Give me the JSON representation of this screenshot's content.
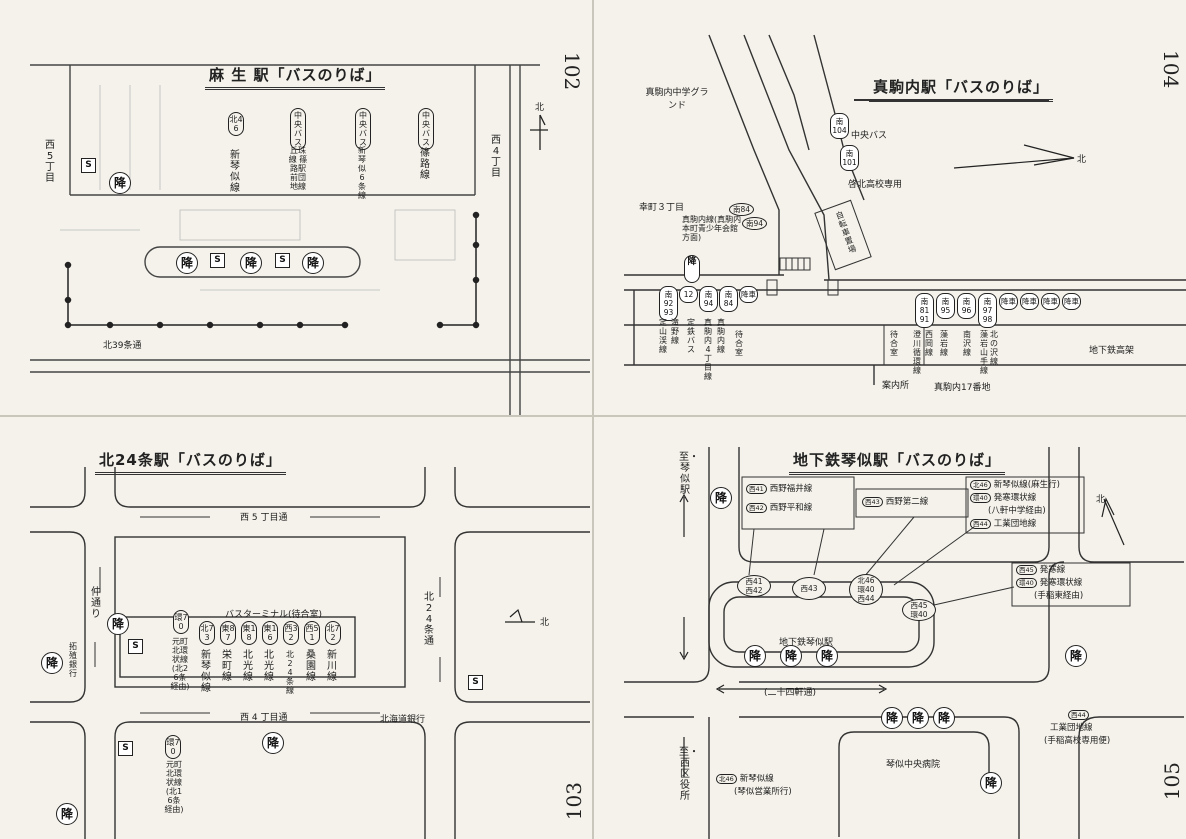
{
  "page102": {
    "page_number": "102",
    "title": "麻 生 駅「バスのりば」",
    "north": "北",
    "street_west": "西5丁目",
    "street_east": "西4丁目",
    "street_south": "北39条通",
    "drop_mark": "降",
    "stop_mark": "S",
    "routes": [
      {
        "badge": "北46",
        "name": "新琴似線"
      },
      {
        "badge": "中央バス",
        "name": "丘珠線 篠路駅前団地線"
      },
      {
        "badge": "中央バス",
        "name": "新琴似6条線"
      },
      {
        "badge": "中央バス",
        "name": "篠路線"
      }
    ]
  },
  "page103": {
    "page_number": "103",
    "title": "北24条駅「バスのりば」",
    "north": "北",
    "street_top": "西 5 丁目通",
    "street_bottom": "西 4 丁目通",
    "street_left": "仲 通 り",
    "street_right": "北 24 条 通",
    "street_takuhoku": "拓殖銀行",
    "bank": "北海道銀行",
    "terminal": "バスターミナル(待合室)",
    "drop_mark": "降",
    "stop_mark": "S",
    "routes": [
      {
        "badge": "環70",
        "name": "元町北環状線(北26条経由)"
      },
      {
        "badge": "北73",
        "name": "新琴似線"
      },
      {
        "badge": "東87",
        "name": "栄町線"
      },
      {
        "badge": "東18",
        "name": "北光線"
      },
      {
        "badge": "東16",
        "name": "北光線"
      },
      {
        "badge": "西32",
        "name": "北24条線"
      },
      {
        "badge": "西51",
        "name": "桑園線"
      },
      {
        "badge": "北72",
        "name": "新川線"
      }
    ],
    "route_bottom": {
      "badge": "環70",
      "name": "元町北環状線(北16条経由)"
    }
  },
  "page104": {
    "page_number": "104",
    "title": "真駒内駅「バスのりば」",
    "north": "北",
    "ground": "真駒内中学グランド",
    "saiwai": "幸町３丁目",
    "chuo_bus": "中央バス",
    "keihoku": "啓北高校専用",
    "bike": "自転車置場",
    "underground": "地下鉄高架",
    "bus_info": "案内所",
    "waiting": "待合室",
    "address": "真駒内17番地",
    "makomanai_line": "真駒内線(真駒内本町青少年会館方面)",
    "drop_mark": "降",
    "badges_top": [
      "南104",
      "南101"
    ],
    "badges_mid": [
      "南84",
      "南94"
    ],
    "badges_left": [
      "南92 93",
      "12",
      "南94",
      "南84",
      "降車"
    ],
    "badges_right": [
      "南81 91",
      "南95",
      "南96",
      "南97 98",
      "降車",
      "降車",
      "降車",
      "降車"
    ],
    "left_routes": [
      "定山渓線",
      "滝野線",
      "定鉄バス",
      "真駒内4丁目線",
      "真駒内線"
    ],
    "right_routes": [
      "澄川循環線",
      "西岡線",
      "藻岩線",
      "南沢線",
      "北の沢線",
      "藻岩山手線"
    ]
  },
  "page105": {
    "page_number": "105",
    "title": "地下鉄琴似駅「バスのりば」",
    "north": "北",
    "to_kotoni": "至・琴似駅",
    "to_nishiku": "至・西区役所",
    "street": "(二十四軒通)",
    "station": "地下鉄琴似駅",
    "hospital": "琴似中央病院",
    "drop_mark": "降",
    "box1": [
      {
        "badge": "西41",
        "name": "西野福井線"
      },
      {
        "badge": "西42",
        "name": "西野平和線"
      }
    ],
    "box2": [
      {
        "badge": "西43",
        "name": "西野第二線"
      }
    ],
    "list_top": [
      {
        "badge": "北46",
        "name": "新琴似線(麻生行)"
      },
      {
        "badge": "環40",
        "name": "発寒環状線"
      },
      {
        "badge": "",
        "name": "(八軒中学経由)"
      },
      {
        "badge": "西44",
        "name": "工業団地線"
      }
    ],
    "list_mid": [
      {
        "badge": "西45",
        "name": "発寒線"
      },
      {
        "badge": "環40",
        "name": "発寒環状線"
      },
      {
        "badge": "",
        "name": "(手稲東経由)"
      }
    ],
    "list_bottom_right": [
      {
        "badge": "西44",
        "name": ""
      },
      {
        "badge": "",
        "name": "工業団地線"
      },
      {
        "badge": "",
        "name": "(手稲高校専用便)"
      }
    ],
    "list_bottom_left": [
      {
        "badge": "北46",
        "name": "新琴似線"
      },
      {
        "badge": "",
        "name": "(琴似営業所行)"
      }
    ],
    "stop_badges": [
      [
        "西41",
        "西42"
      ],
      [
        "西43"
      ],
      [
        "北46",
        "環40",
        "西44"
      ],
      [
        "西45",
        "環40"
      ]
    ]
  }
}
